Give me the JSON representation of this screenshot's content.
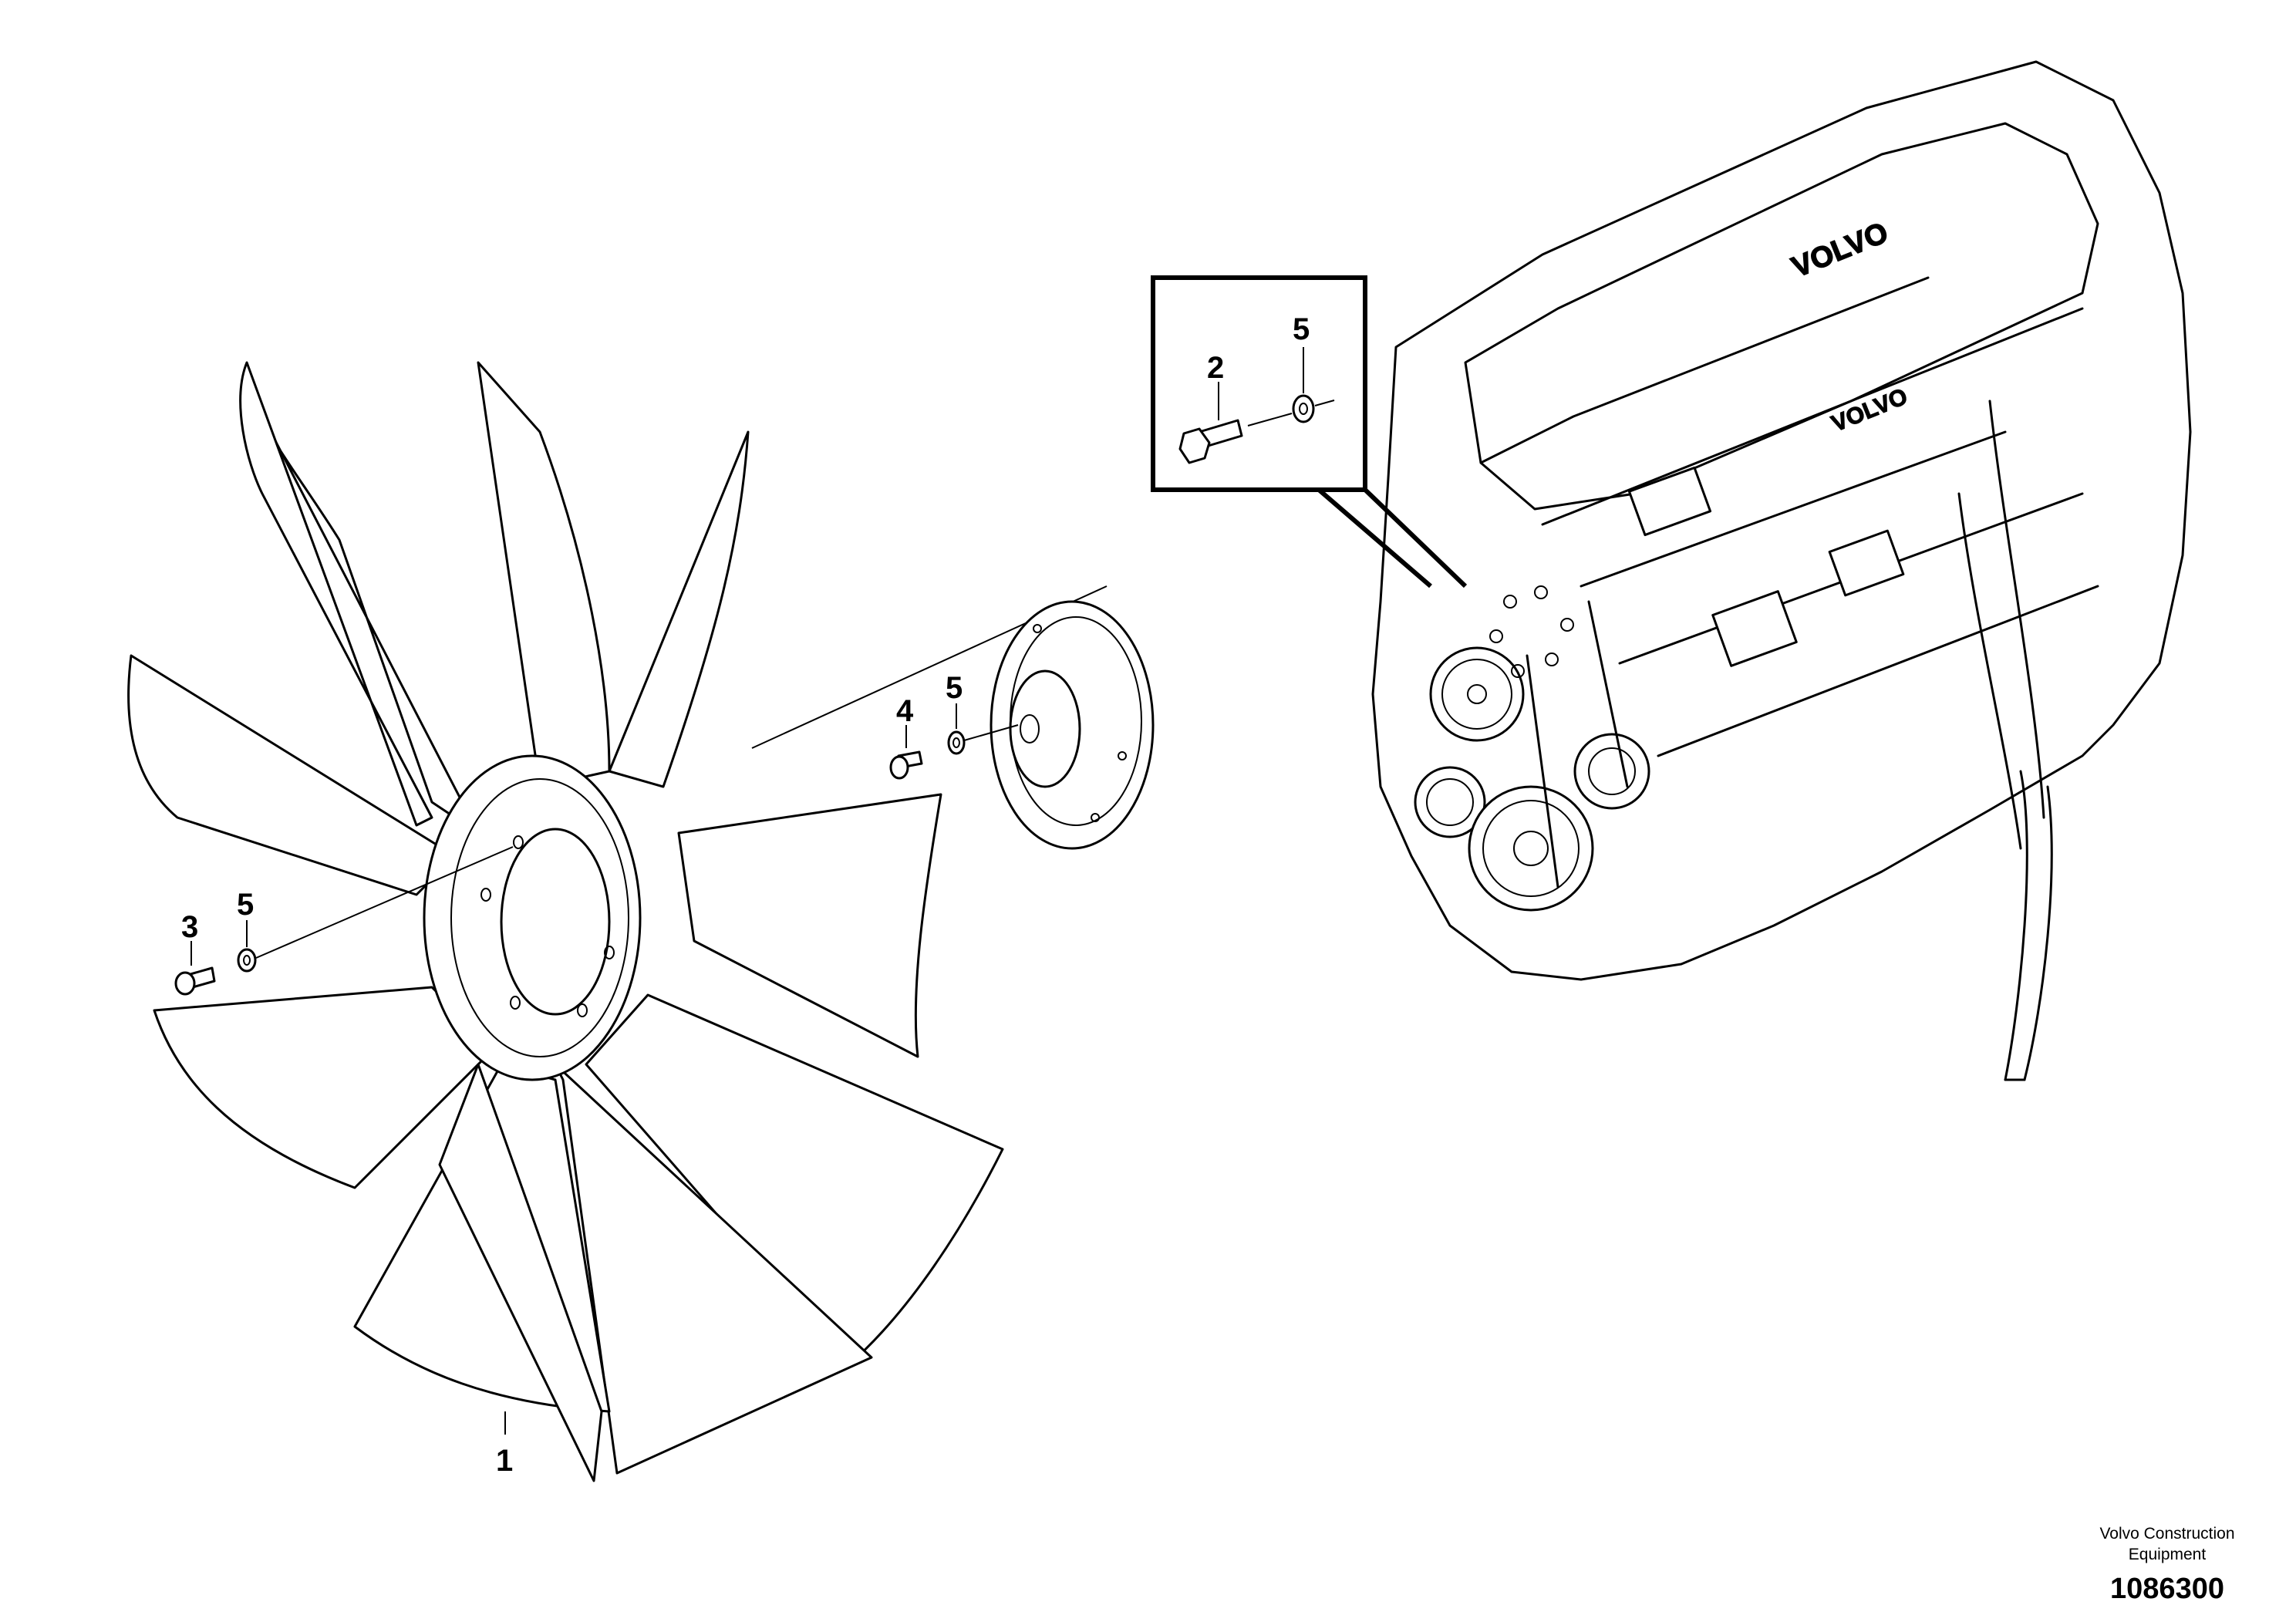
{
  "callouts": {
    "fan": "1",
    "inset_screw": "2",
    "inset_washer": "5",
    "fan_screw": "3",
    "fan_washer": "5",
    "hub_screw": "4",
    "hub_washer": "5"
  },
  "footer": {
    "credit_line1": "Volvo Construction",
    "credit_line2": "Equipment",
    "doc_number": "1086300"
  },
  "icons": [
    "fan-blade",
    "fan-hub",
    "hex-screw",
    "washer",
    "engine",
    "detail-inset"
  ]
}
